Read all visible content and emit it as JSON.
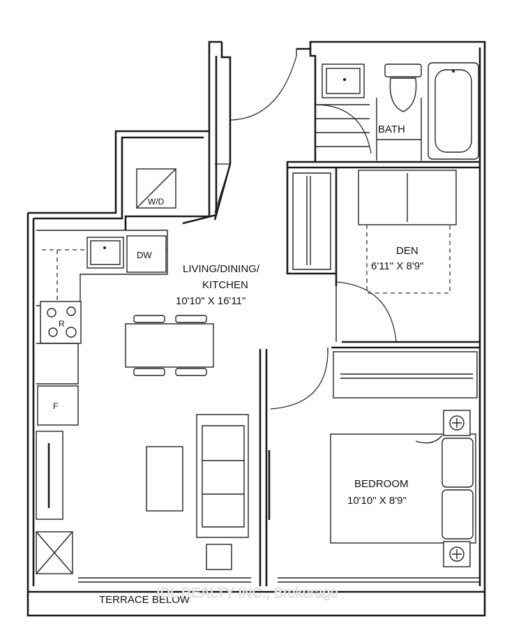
{
  "rooms": {
    "bath": "BATH",
    "den": {
      "name": "DEN",
      "size": "6'11\" X 8'9\""
    },
    "living": {
      "name1": "LIVING/DINING/",
      "name2": "KITCHEN",
      "size": "10'10\" X 16'11\""
    },
    "bedroom": {
      "name": "BEDROOM",
      "size": "10'10\" X 8'9\""
    },
    "terrace": "TERRACE BELOW"
  },
  "appliances": {
    "washer_dryer": "W/D",
    "dishwasher": "DW",
    "range": "R",
    "fridge": "F"
  },
  "watermark": "IDL REALTY INC., Brokerage"
}
